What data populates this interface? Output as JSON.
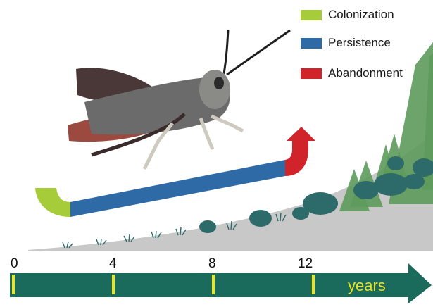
{
  "legend": [
    {
      "label": "Colonization",
      "color": "#a6cd39"
    },
    {
      "label": "Persistence",
      "color": "#2d6aa6"
    },
    {
      "label": "Abandonment",
      "color": "#d1232a"
    }
  ],
  "timeline": {
    "ticks": [
      "0",
      "4",
      "8",
      "12"
    ],
    "unit_label": "years",
    "arrow_color": "#1b6b5c",
    "tick_color": "#f0e21c"
  },
  "colors": {
    "slope": "#c8c8c8",
    "trees": "#5d9a5b",
    "shrubs": "#2d6a6a",
    "insect_body": "#6b6b6b",
    "insect_legs": "#b9342a"
  },
  "subject": "grasshopper-photo"
}
